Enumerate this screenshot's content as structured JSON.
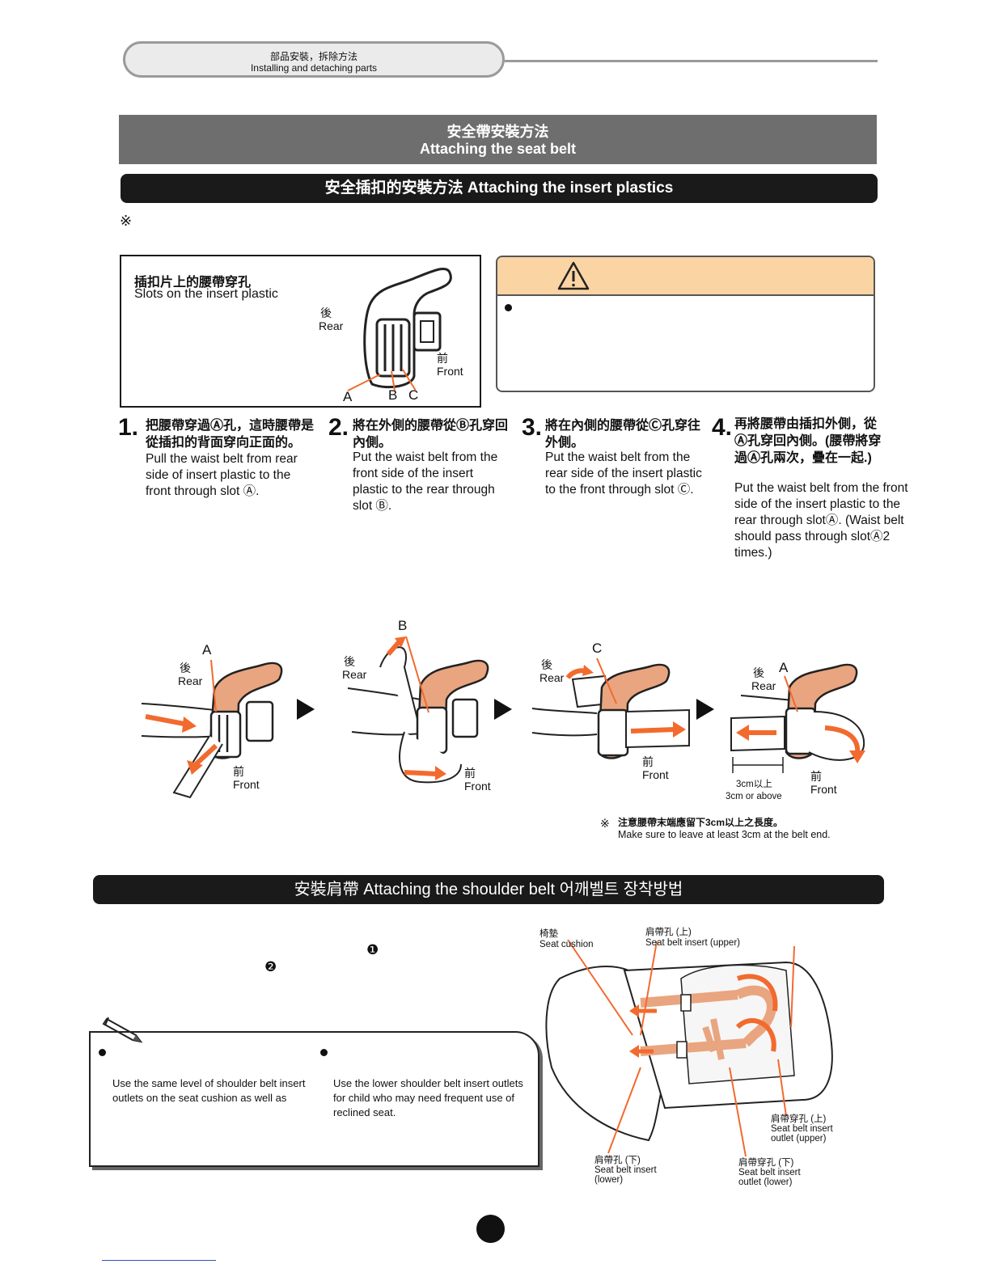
{
  "header": {
    "tab_zh": "部品安裝，拆除方法",
    "tab_en": "Installing and detaching parts"
  },
  "banner": {
    "zh": "安全帶安裝方法",
    "en": "Attaching the seat belt"
  },
  "section1": {
    "title": "安全插扣的安裝方法 Attaching the insert plastics",
    "note_mark": "※"
  },
  "slots_box": {
    "title_zh": "插扣片上的腰帶穿孔",
    "title_en": "Slots on the insert plastic",
    "rear_zh": "後",
    "rear_en": "Rear",
    "front_zh": "前",
    "front_en": "Front",
    "a": "A",
    "b": "B",
    "c": "C"
  },
  "steps": [
    {
      "num": "1.",
      "zh": "把腰帶穿過Ⓐ孔，這時腰帶是從插扣的背面穿向正面的。",
      "en": "Pull the waist belt from rear side of insert plastic to the front through slot Ⓐ."
    },
    {
      "num": "2.",
      "zh": "將在外側的腰帶從Ⓑ孔穿回內側。",
      "en": "Put the waist belt from the front side of the insert plastic to the rear through slot Ⓑ."
    },
    {
      "num": "3.",
      "zh": "將在內側的腰帶從Ⓒ孔穿往外側。",
      "en": "Put the waist belt from the rear side of the insert plastic to the front through slot Ⓒ."
    },
    {
      "num": "4.",
      "zh": "再將腰帶由插扣外側，從Ⓐ孔穿回內側。(腰帶將穿過Ⓐ孔兩次，疊在一起.)",
      "en": "Put the waist belt from the front side of the insert plastic to the rear through slotⒶ. (Waist belt should pass through slotⒶ2 times.)"
    }
  ],
  "figures": {
    "rear_zh": "後",
    "rear_en": "Rear",
    "front_zh": "前",
    "front_en": "Front",
    "a": "A",
    "b": "B",
    "c": "C",
    "dim_zh": "3cm以上",
    "dim_en": "3cm or above",
    "note_mark": "※",
    "note_zh": "注意腰帶末端應留下3cm以上之長度。",
    "note_en": "Make sure to leave at least 3cm at the belt end."
  },
  "section2": {
    "title": "安裝肩帶 Attaching the shoulder belt 어깨벨트 장착방법",
    "marker1": "❶",
    "marker2": "❷",
    "note_left": "Use the same level of shoulder belt insert outlets on the seat cushion as well as",
    "note_right": "Use the lower shoulder belt insert outlets for child who may need frequent use of reclined seat."
  },
  "seat_labels": {
    "cushion_zh": "椅墊",
    "cushion_en": "Seat cushion",
    "upper_zh": "肩帶孔 (上)",
    "upper_en": "Seat belt insert (upper)",
    "outlet_upper_zh": "肩帶穿孔 (上)",
    "outlet_upper_en1": "Seat belt insert",
    "outlet_upper_en2": "outlet (upper)",
    "lower_zh": "肩帶孔 (下)",
    "lower_en1": "Seat belt insert",
    "lower_en2": "(lower)",
    "outlet_lower_zh": "肩帶穿孔 (下)",
    "outlet_lower_en1": "Seat belt insert",
    "outlet_lower_en2": "outlet (lower)"
  },
  "colors": {
    "accent": "#f26a2e",
    "warning": "#fbd4a4",
    "buckle": "#e9a57f"
  }
}
